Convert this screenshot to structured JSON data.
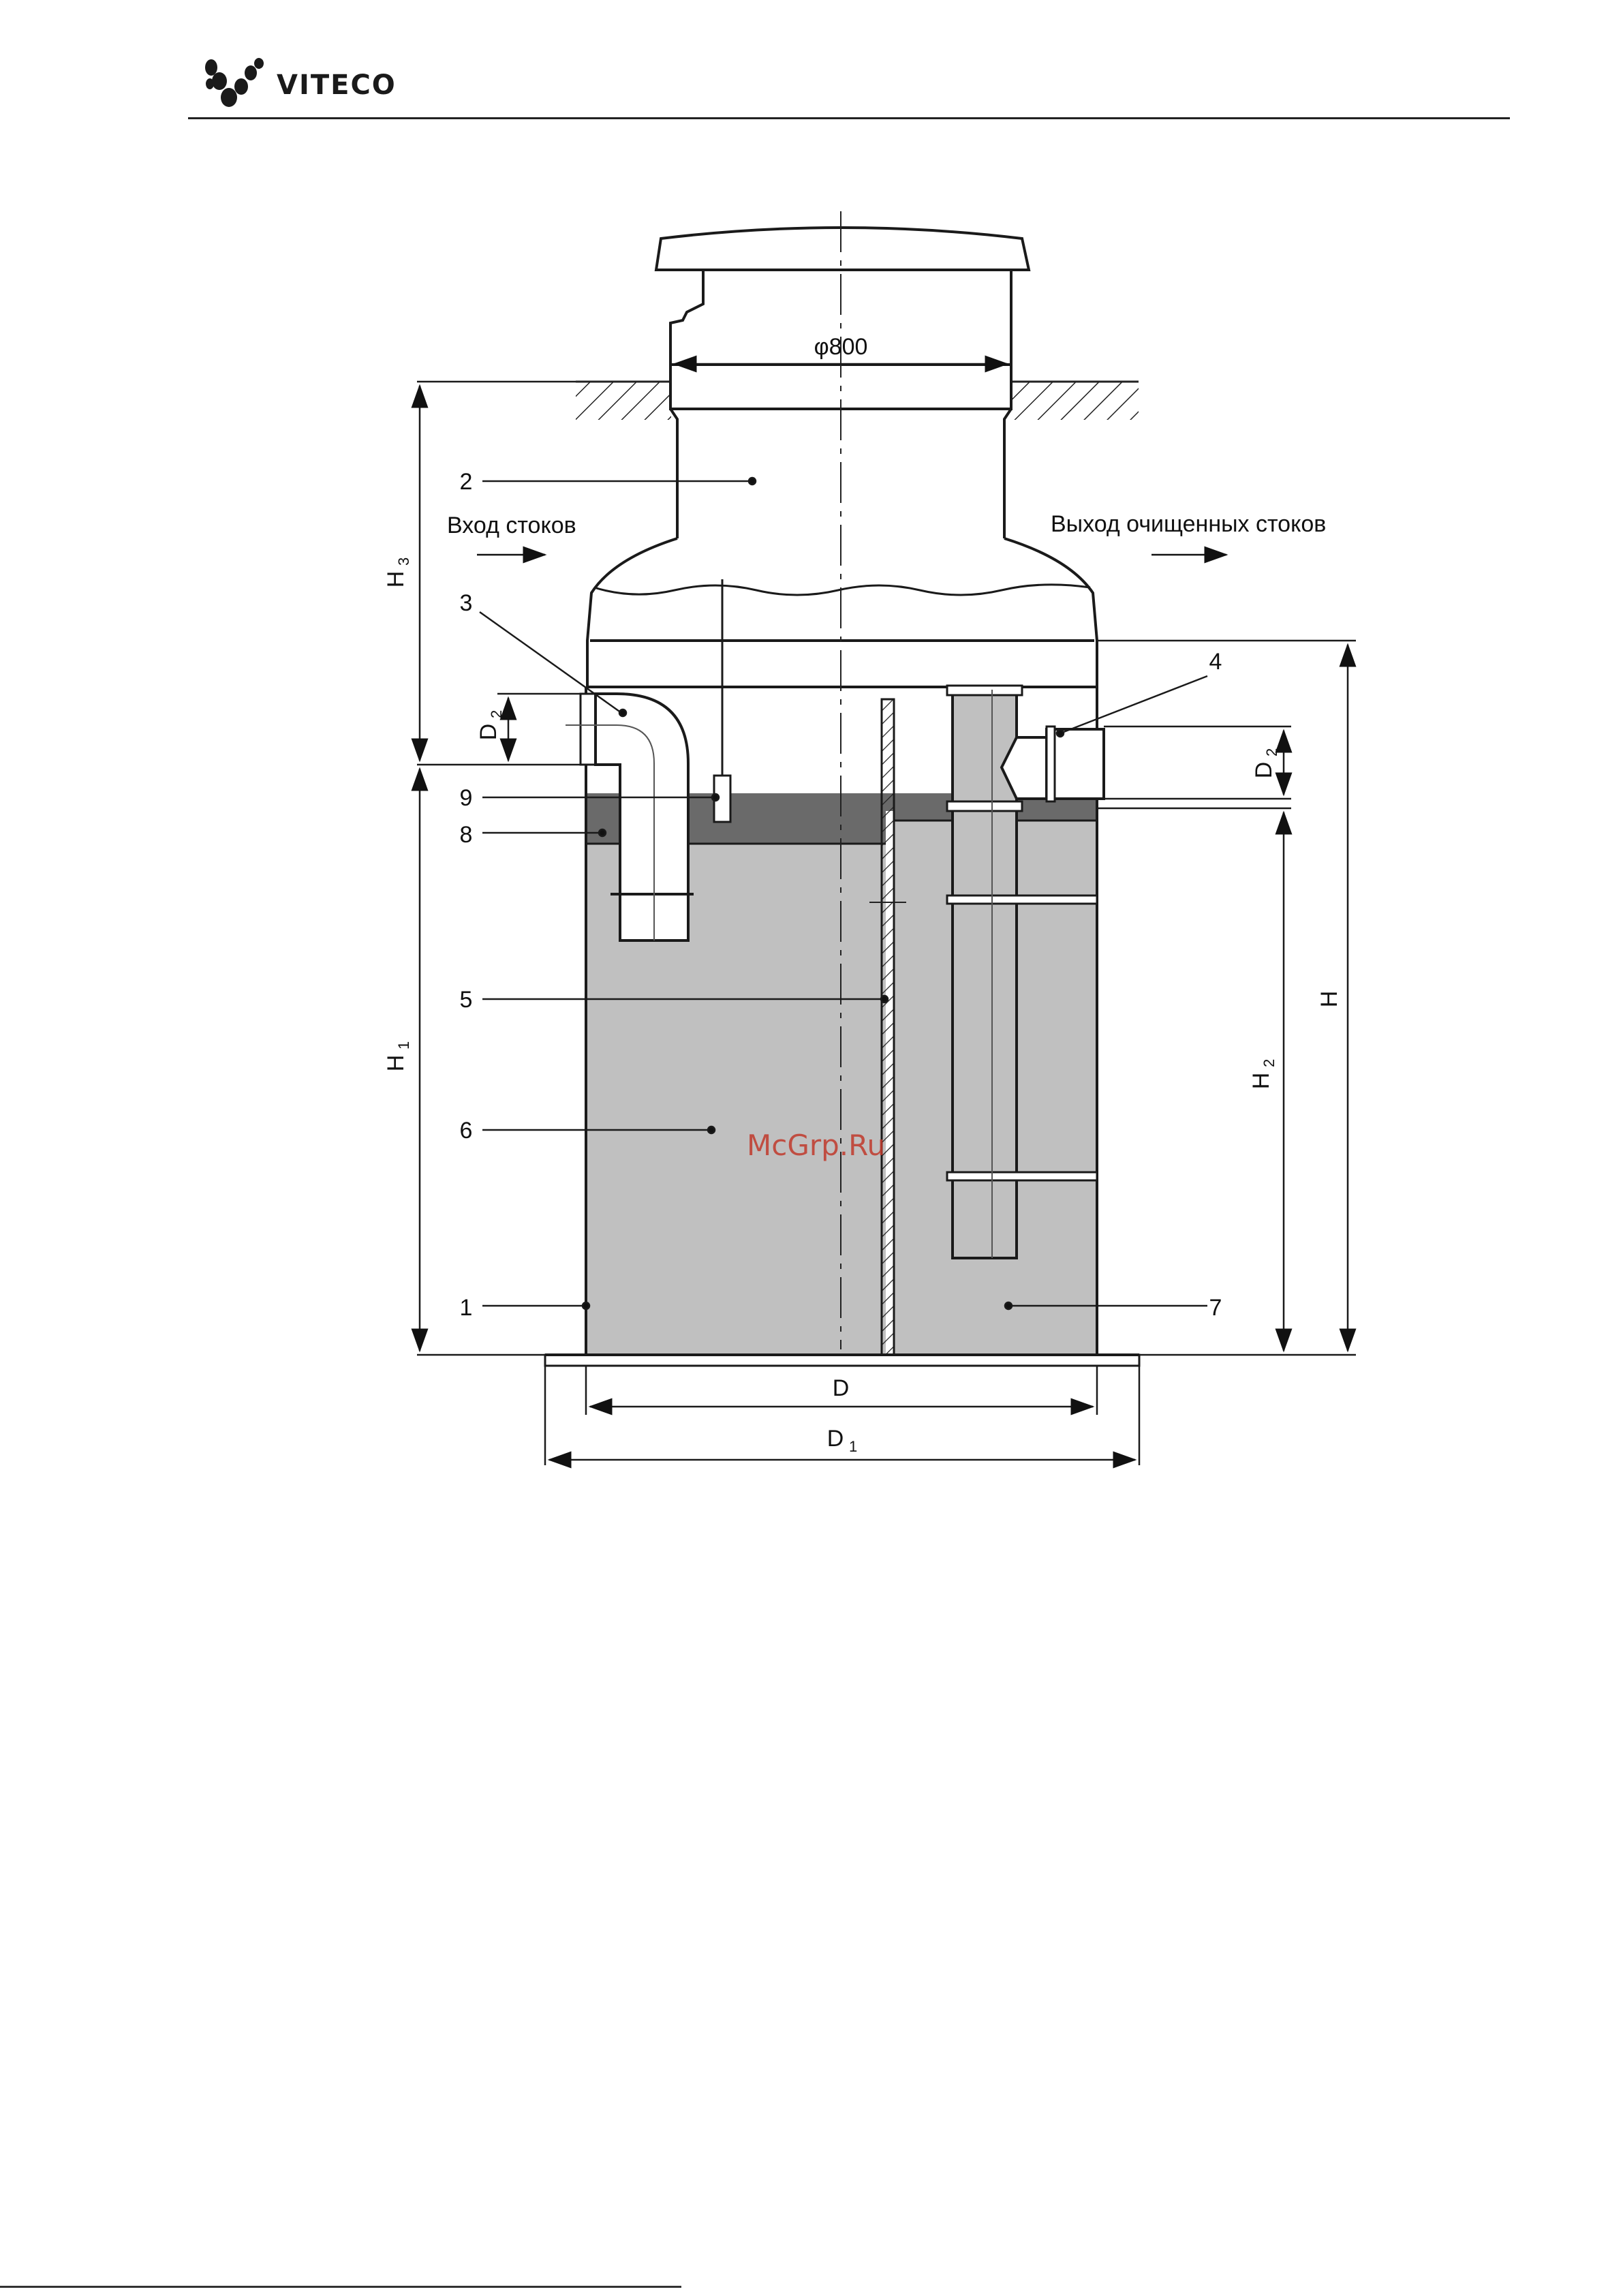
{
  "header": {
    "brand": "VITECO",
    "brand_mark": "viteco-logo-icon"
  },
  "diagram": {
    "dimensions": {
      "lid_diameter": "φ800",
      "h3": "H",
      "h3_sub": "3",
      "h1": "H",
      "h1_sub": "1",
      "h2": "H",
      "h2_sub": "2",
      "h": "H",
      "d2_left": "D",
      "d2_left_sub": "2",
      "d2_right": "D",
      "d2_right_sub": "2",
      "d": "D",
      "d1": "D",
      "d1_sub": "1"
    },
    "flow": {
      "inlet": "Вход стоков",
      "outlet": "Выход очищенных стоков"
    },
    "callouts": [
      "1",
      "2",
      "3",
      "4",
      "5",
      "6",
      "7",
      "8",
      "9"
    ]
  },
  "watermark": "McGrp.Ru",
  "colors": {
    "fill_light": "#c0c0c0",
    "fill_dark": "#6a6a6a",
    "line": "#1a1a1a",
    "watermark": "#c0392b"
  }
}
